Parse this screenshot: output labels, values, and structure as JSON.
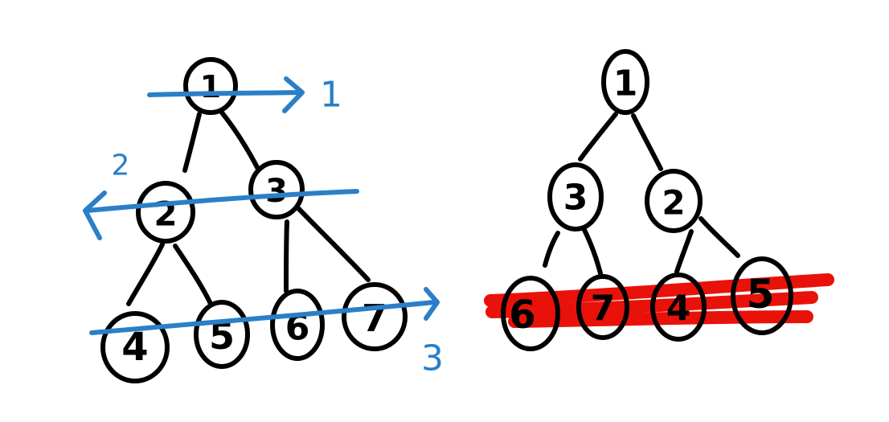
{
  "colors": {
    "ink": "#000000",
    "traversal": "#2a7fc7",
    "highlight": "#e8120a",
    "background": "#ffffff"
  },
  "left_tree": {
    "nodes": [
      {
        "id": "1",
        "label": "1"
      },
      {
        "id": "2",
        "label": "2"
      },
      {
        "id": "3",
        "label": "3"
      },
      {
        "id": "4",
        "label": "4"
      },
      {
        "id": "5",
        "label": "5"
      },
      {
        "id": "6",
        "label": "6"
      },
      {
        "id": "7",
        "label": "7"
      }
    ],
    "edges": [
      [
        "1",
        "2"
      ],
      [
        "1",
        "3"
      ],
      [
        "2",
        "4"
      ],
      [
        "2",
        "5"
      ],
      [
        "3",
        "6"
      ],
      [
        "3",
        "7"
      ]
    ],
    "level_labels": [
      "1",
      "2",
      "3"
    ],
    "level_directions": [
      "right",
      "left",
      "right"
    ]
  },
  "right_tree": {
    "nodes": [
      {
        "id": "r1",
        "label": "1"
      },
      {
        "id": "r3",
        "label": "3"
      },
      {
        "id": "r2",
        "label": "2"
      },
      {
        "id": "r6",
        "label": "6"
      },
      {
        "id": "r7",
        "label": "7"
      },
      {
        "id": "r4",
        "label": "4"
      },
      {
        "id": "r5",
        "label": "5"
      }
    ],
    "edges": [
      [
        "r1",
        "r3"
      ],
      [
        "r1",
        "r2"
      ],
      [
        "r3",
        "r6"
      ],
      [
        "r3",
        "r7"
      ],
      [
        "r2",
        "r4"
      ],
      [
        "r2",
        "r5"
      ]
    ],
    "highlighted_level": 3
  }
}
